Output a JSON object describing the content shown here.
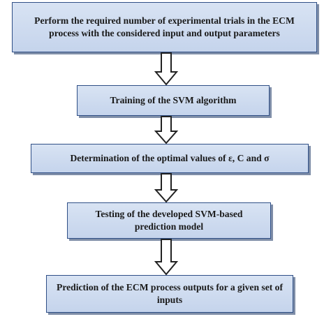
{
  "flowchart": {
    "steps": [
      {
        "text": "Perform the required number of experimental trials in the ECM process with the considered input and output parameters"
      },
      {
        "text": "Training of the SVM algorithm"
      },
      {
        "text": "Determination of the optimal values of ε, C and σ"
      },
      {
        "text": "Testing of the developed SVM-based prediction model"
      },
      {
        "text": "Prediction of the ECM process outputs for a given set of inputs"
      }
    ],
    "colors": {
      "box_fill": "#c9d7ee",
      "box_border": "#2f4f86",
      "arrow_fill": "#ffffff",
      "arrow_stroke": "#222222",
      "text": "#1a1a1a"
    }
  }
}
